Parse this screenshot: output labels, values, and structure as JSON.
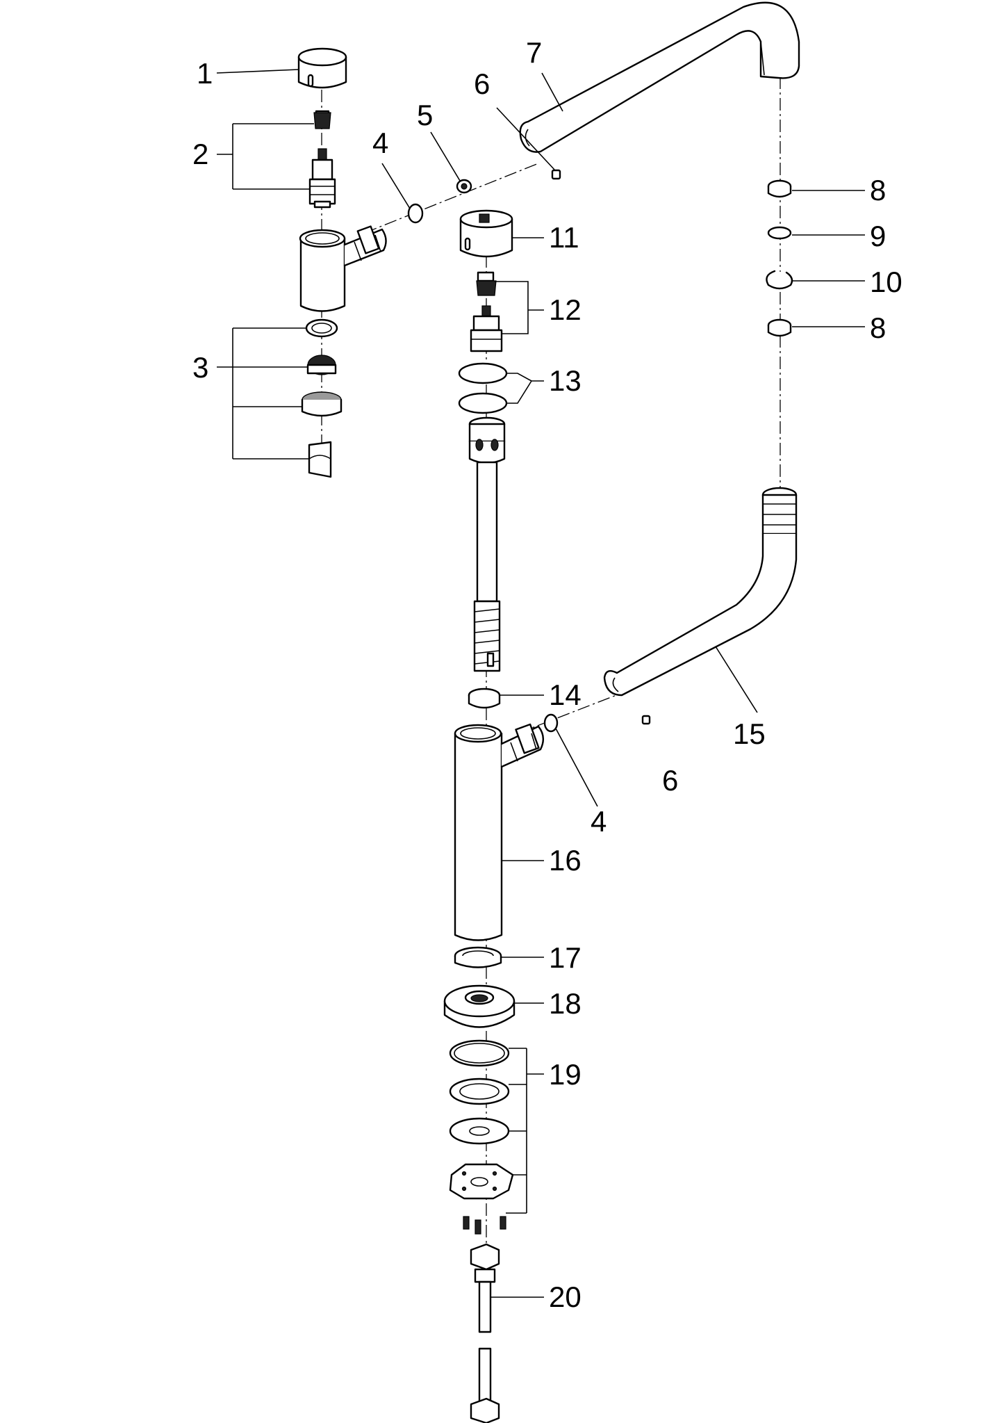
{
  "callouts": {
    "c1": "1",
    "c2": "2",
    "c3": "3",
    "c4a": "4",
    "c5": "5",
    "c6a": "6",
    "c7": "7",
    "c8a": "8",
    "c9": "9",
    "c10": "10",
    "c8b": "8",
    "c11": "11",
    "c12": "12",
    "c13": "13",
    "c14": "14",
    "c15": "15",
    "c6b": "6",
    "c4b": "4",
    "c16": "16",
    "c17": "17",
    "c18": "18",
    "c19": "19",
    "c20": "20"
  }
}
